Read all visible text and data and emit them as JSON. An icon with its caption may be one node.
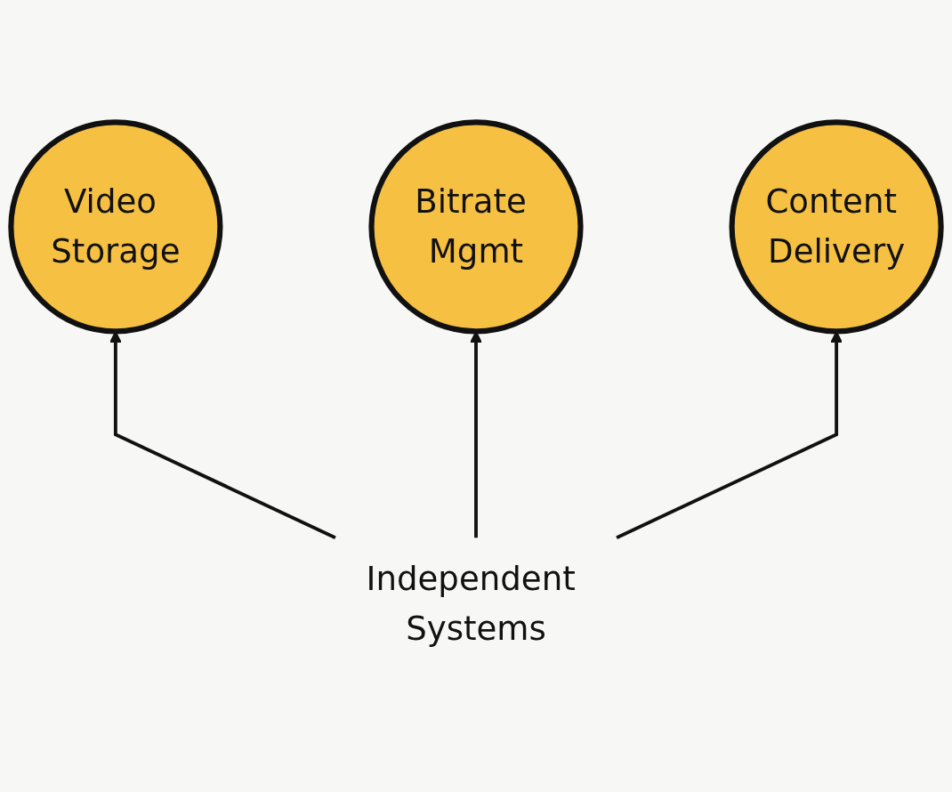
{
  "diagram": {
    "nodes": [
      {
        "text": [
          "Video Storage"
        ]
      },
      {
        "text": [
          "Bitrate Mgmt"
        ]
      },
      {
        "text": [
          "Content Delivery"
        ]
      },
      {
        "text": [
          "Independent Systems"
        ]
      }
    ],
    "edges": [
      {
        "from": 3,
        "to": 0,
        "arrow": "to"
      },
      {
        "from": 3,
        "to": 1,
        "arrow": "to"
      },
      {
        "from": 3,
        "to": 2,
        "arrow": "to"
      }
    ]
  }
}
